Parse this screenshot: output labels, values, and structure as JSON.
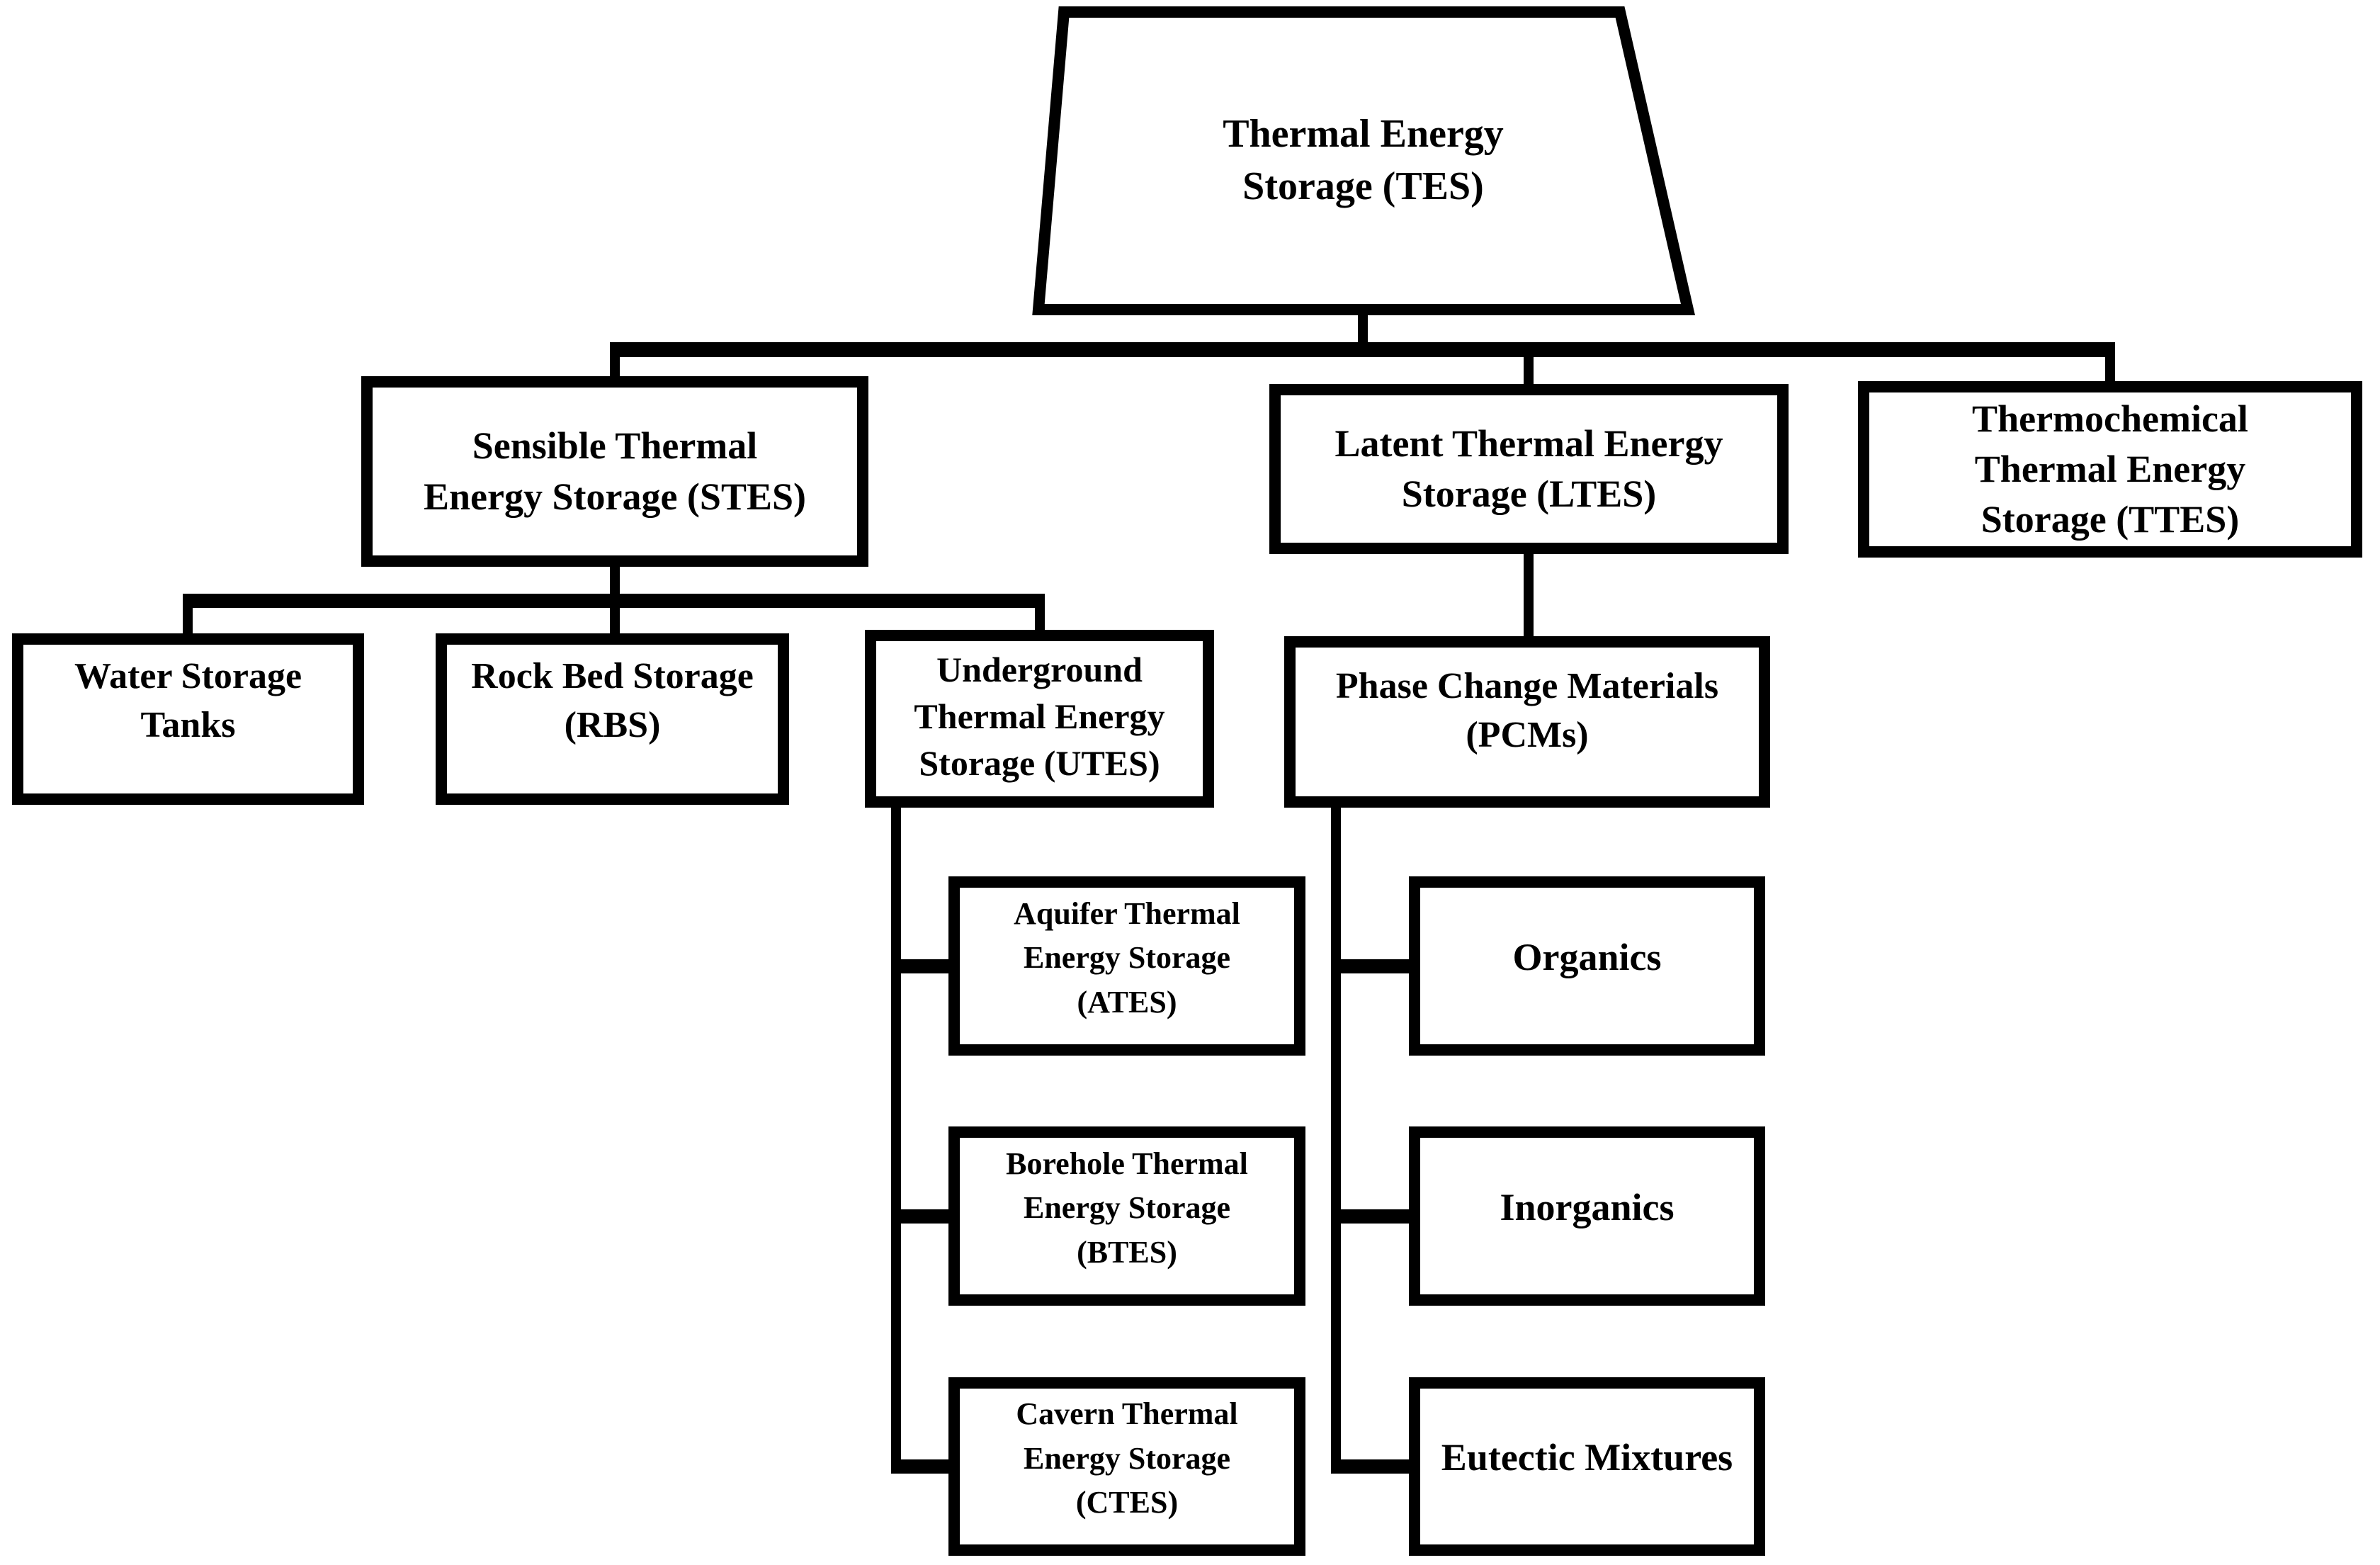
{
  "nodes": {
    "tes": {
      "shape": "trapezoid",
      "label": "Thermal Energy Storage (TES)",
      "lines": [
        "Thermal Energy",
        "Storage (TES)"
      ]
    },
    "stes": {
      "label": "Sensible Thermal Energy Storage (STES)",
      "lines": [
        "Sensible Thermal",
        "Energy Storage (STES)"
      ]
    },
    "ltes": {
      "label": "Latent Thermal Energy Storage (LTES)",
      "lines": [
        "Latent Thermal Energy",
        "Storage (LTES)"
      ]
    },
    "ttes": {
      "label": "Thermochemical Thermal Energy Storage (TTES)",
      "lines": [
        "Thermochemical",
        "Thermal Energy",
        "Storage (TTES)"
      ]
    },
    "water": {
      "label": "Water Storage Tanks",
      "lines": [
        "Water Storage",
        "Tanks"
      ]
    },
    "rbs": {
      "label": "Rock Bed Storage (RBS)",
      "lines": [
        "Rock Bed Storage",
        "(RBS)"
      ]
    },
    "utes": {
      "label": "Underground Thermal Energy Storage (UTES)",
      "lines": [
        "Underground",
        "Thermal Energy",
        "Storage (UTES)"
      ]
    },
    "pcm": {
      "label": "Phase Change Materials (PCMs)",
      "lines": [
        "Phase Change Materials",
        "(PCMs)"
      ]
    },
    "ates": {
      "label": "Aquifer Thermal Energy Storage (ATES)",
      "lines": [
        "Aquifer Thermal",
        "Energy Storage",
        "(ATES)"
      ]
    },
    "btes": {
      "label": "Borehole Thermal Energy Storage (BTES)",
      "lines": [
        "Borehole Thermal",
        "Energy Storage",
        "(BTES)"
      ]
    },
    "ctes": {
      "label": "Cavern Thermal Energy Storage (CTES)",
      "lines": [
        "Cavern Thermal",
        "Energy Storage",
        "(CTES)"
      ]
    },
    "organics": {
      "label": "Organics",
      "lines": [
        "Organics"
      ]
    },
    "inorganics": {
      "label": "Inorganics",
      "lines": [
        "Inorganics"
      ]
    },
    "eutectic": {
      "label": "Eutectic Mixtures",
      "lines": [
        "Eutectic Mixtures"
      ]
    }
  },
  "edges": [
    {
      "from": "tes",
      "to": "stes"
    },
    {
      "from": "tes",
      "to": "ltes"
    },
    {
      "from": "tes",
      "to": "ttes"
    },
    {
      "from": "stes",
      "to": "water"
    },
    {
      "from": "stes",
      "to": "rbs"
    },
    {
      "from": "stes",
      "to": "utes"
    },
    {
      "from": "ltes",
      "to": "pcm"
    },
    {
      "from": "utes",
      "to": "ates"
    },
    {
      "from": "utes",
      "to": "btes"
    },
    {
      "from": "utes",
      "to": "ctes"
    },
    {
      "from": "pcm",
      "to": "organics"
    },
    {
      "from": "pcm",
      "to": "inorganics"
    },
    {
      "from": "pcm",
      "to": "eutectic"
    }
  ],
  "colors": {
    "stroke": "#000000",
    "fill": "#ffffff",
    "text": "#000000",
    "background": "#ffffff"
  }
}
